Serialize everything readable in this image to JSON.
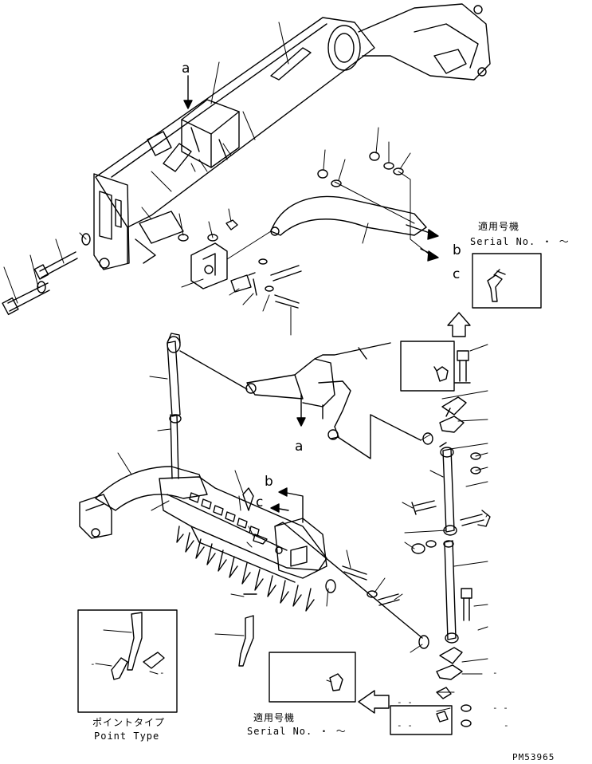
{
  "callouts": {
    "a_top": "a",
    "b_top": "b",
    "c_top": "c",
    "a_mid": "a",
    "b_mid": "b",
    "c_mid": "c"
  },
  "serial_top": {
    "jp": "適用号機",
    "en": "Serial No.  ・ ～"
  },
  "serial_bottom": {
    "jp": "適用号機",
    "en": "Serial No.  ・ ～"
  },
  "point_type": {
    "jp": "ポイントタイプ",
    "en": "Point Type"
  },
  "part_code": "PM53965",
  "dashes": [
    "-",
    "-",
    "-",
    "-",
    "- -",
    "- -",
    "- -"
  ]
}
